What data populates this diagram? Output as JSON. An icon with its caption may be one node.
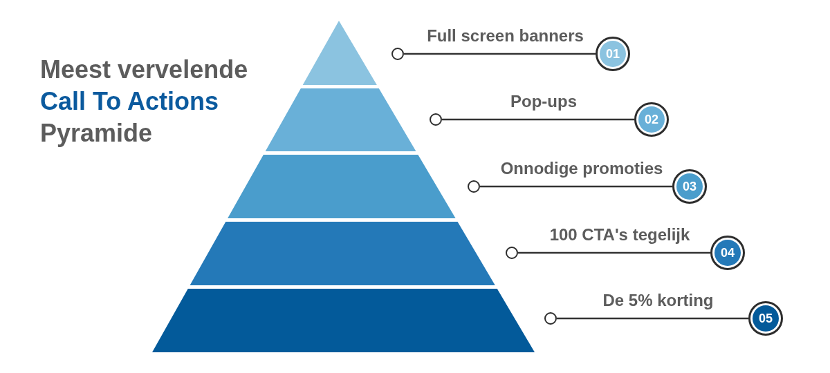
{
  "diagram": {
    "nodes": [
      {
        "text": [],
        "shape": "circle"
      },
      {
        "text": [
          "01"
        ]
      },
      {
        "text": [],
        "shape": "circle"
      },
      {
        "text": [
          "02"
        ]
      },
      {
        "text": [],
        "shape": "circle"
      },
      {
        "text": [
          "03"
        ]
      },
      {
        "text": [],
        "shape": "circle"
      },
      {
        "text": [
          "04"
        ]
      },
      {
        "text": [],
        "shape": "circle"
      },
      {
        "text": [
          "05"
        ]
      }
    ],
    "edges": [
      {
        "from": 0,
        "to": 1,
        "arrow": "none",
        "label": "Full screen banners"
      },
      {
        "from": 2,
        "to": 3,
        "arrow": "none",
        "label": "Pop-ups"
      },
      {
        "from": 4,
        "to": 5,
        "arrow": "none",
        "label": "Onnodige promoties"
      },
      {
        "from": 6,
        "to": 7,
        "arrow": "none",
        "label": "100 CTA's tegelijk"
      },
      {
        "from": 8,
        "to": 9,
        "arrow": "none",
        "label": "De 5% korting"
      }
    ],
    "labels": [
      "Meest vervelende",
      "Call To Actions",
      "Pyramide"
    ]
  }
}
